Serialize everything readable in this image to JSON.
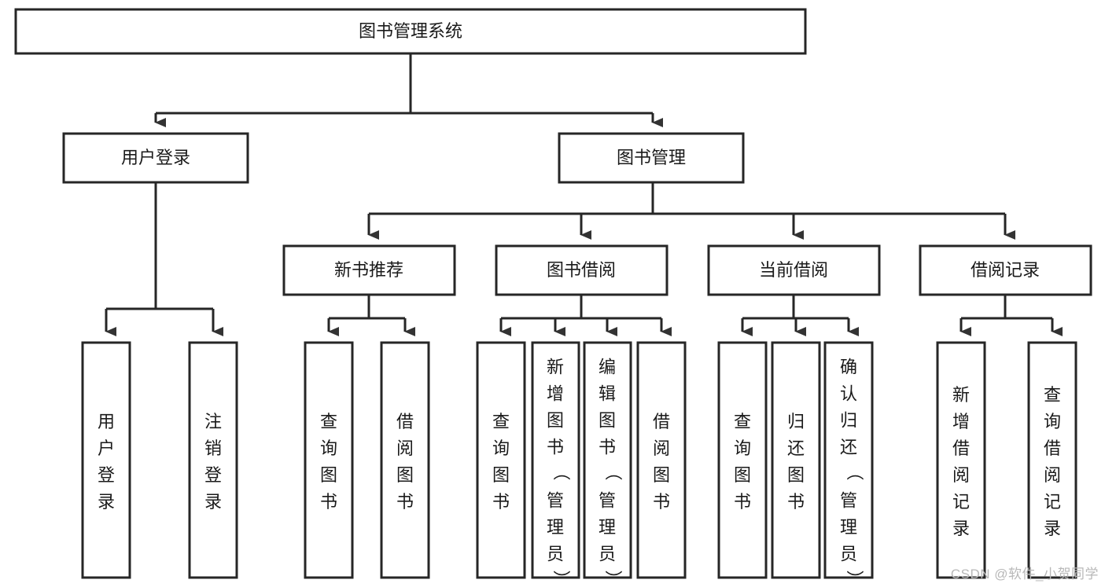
{
  "diagram": {
    "type": "tree-hierarchy-chart",
    "title_node": "图书管理系统",
    "colors": {
      "box_stroke": "#262626",
      "box_fill": "#ffffff",
      "connector": "#262626",
      "text": "#1a1a1a",
      "watermark": "#b8b8b8",
      "background": "#ffffff"
    },
    "watermark": "CSDN @软件_小贺同学",
    "levels": [
      {
        "level": 0,
        "nodes": [
          {
            "id": "root",
            "label": "图书管理系统",
            "orientation": "horizontal"
          }
        ]
      },
      {
        "level": 1,
        "nodes": [
          {
            "id": "user-login",
            "label": "用户登录",
            "orientation": "horizontal",
            "parent": "root"
          },
          {
            "id": "book-manage",
            "label": "图书管理",
            "orientation": "horizontal",
            "parent": "root"
          }
        ]
      },
      {
        "level": 2,
        "nodes": [
          {
            "id": "new-book-rec",
            "label": "新书推荐",
            "orientation": "horizontal",
            "parent": "book-manage"
          },
          {
            "id": "book-borrow",
            "label": "图书借阅",
            "orientation": "horizontal",
            "parent": "book-manage"
          },
          {
            "id": "current-borrow",
            "label": "当前借阅",
            "orientation": "horizontal",
            "parent": "book-manage"
          },
          {
            "id": "borrow-record",
            "label": "借阅记录",
            "orientation": "horizontal",
            "parent": "book-manage"
          }
        ]
      },
      {
        "level": 3,
        "nodes": [
          {
            "id": "leaf-user-login",
            "label": "用户登录",
            "orientation": "vertical",
            "parent": "user-login",
            "align": "middle"
          },
          {
            "id": "leaf-logout",
            "label": "注销登录",
            "orientation": "vertical",
            "parent": "user-login",
            "align": "middle"
          },
          {
            "id": "leaf-query-book-1",
            "label": "查询图书",
            "orientation": "vertical",
            "parent": "new-book-rec",
            "align": "middle"
          },
          {
            "id": "leaf-borrow-book-1",
            "label": "借阅图书",
            "orientation": "vertical",
            "parent": "new-book-rec",
            "align": "middle"
          },
          {
            "id": "leaf-query-book-2",
            "label": "查询图书",
            "orientation": "vertical",
            "parent": "book-borrow",
            "align": "middle"
          },
          {
            "id": "leaf-add-book",
            "label": "新增图书（管理员）",
            "orientation": "vertical",
            "parent": "book-borrow",
            "align": "top"
          },
          {
            "id": "leaf-edit-book",
            "label": "编辑图书（管理员）",
            "orientation": "vertical",
            "parent": "book-borrow",
            "align": "top"
          },
          {
            "id": "leaf-borrow-book-2",
            "label": "借阅图书",
            "orientation": "vertical",
            "parent": "book-borrow",
            "align": "middle"
          },
          {
            "id": "leaf-query-book-3",
            "label": "查询图书",
            "orientation": "vertical",
            "parent": "current-borrow",
            "align": "middle"
          },
          {
            "id": "leaf-return-book",
            "label": "归还图书",
            "orientation": "vertical",
            "parent": "current-borrow",
            "align": "middle"
          },
          {
            "id": "leaf-confirm-return",
            "label": "确认归还（管理员）",
            "orientation": "vertical",
            "parent": "current-borrow",
            "align": "top"
          },
          {
            "id": "leaf-add-record",
            "label": "新增借阅记录",
            "orientation": "vertical",
            "parent": "borrow-record",
            "align": "middle"
          },
          {
            "id": "leaf-query-record",
            "label": "查询借阅记录",
            "orientation": "vertical",
            "parent": "borrow-record",
            "align": "middle"
          }
        ]
      }
    ]
  }
}
